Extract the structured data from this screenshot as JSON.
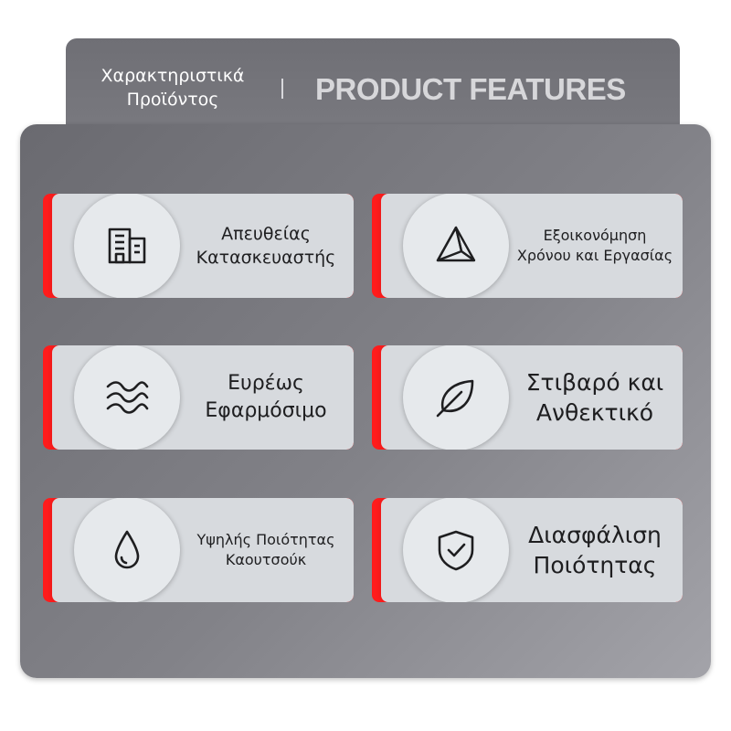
{
  "header": {
    "title_gr_line1": "Χαρακτηριστικά",
    "title_gr_line2": "Προϊόντος",
    "title_en": "PRODUCT FEATURES"
  },
  "colors": {
    "accent": "#ff1c1c",
    "card": "#d7dade",
    "panel": "#7a7a80",
    "text": "#1e1e20"
  },
  "features": [
    {
      "icon": "building-icon",
      "line1": "Απευθείας",
      "line2": "Κατασκευαστής"
    },
    {
      "icon": "pyramid-icon",
      "line1": "Εξοικονόμηση",
      "line2": "Χρόνου και Εργασίας"
    },
    {
      "icon": "waves-icon",
      "line1": "Ευρέως",
      "line2": "Εφαρμόσιμο"
    },
    {
      "icon": "leaf-icon",
      "line1": "Στιβαρό και",
      "line2": "Ανθεκτικό"
    },
    {
      "icon": "droplet-icon",
      "line1": "Υψηλής Ποιότητας",
      "line2": "Καουτσούκ"
    },
    {
      "icon": "shield-check-icon",
      "line1": "Διασφάλιση",
      "line2": "Ποιότητας"
    }
  ]
}
